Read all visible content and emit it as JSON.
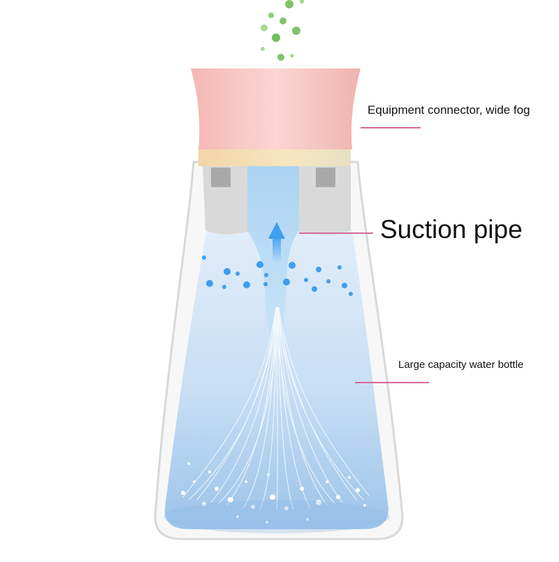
{
  "callouts": {
    "connector": "Equipment connector, wide fog",
    "suction_pipe": "Suction pipe",
    "bottle": "Large capacity water bottle"
  },
  "colors": {
    "cap_pink": "#f4c4c0",
    "collar_gold": "#f1dcae",
    "water_blue": "#bcd8f0",
    "bubble_blue": "#3e9ef0",
    "fog_green": "#7ec46c",
    "leader_line": "#d46a98",
    "bottle_outline": "#d8d8d8"
  }
}
